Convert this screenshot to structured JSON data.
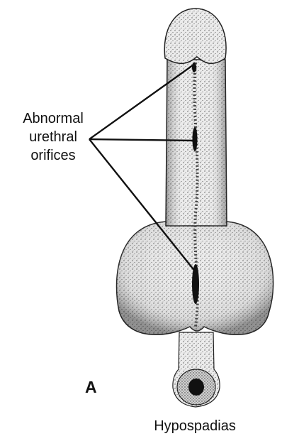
{
  "callout": {
    "lines": [
      "Abnormal",
      "urethral",
      "orifices"
    ]
  },
  "panel_letter": "A",
  "caption": "Hypospadias"
}
